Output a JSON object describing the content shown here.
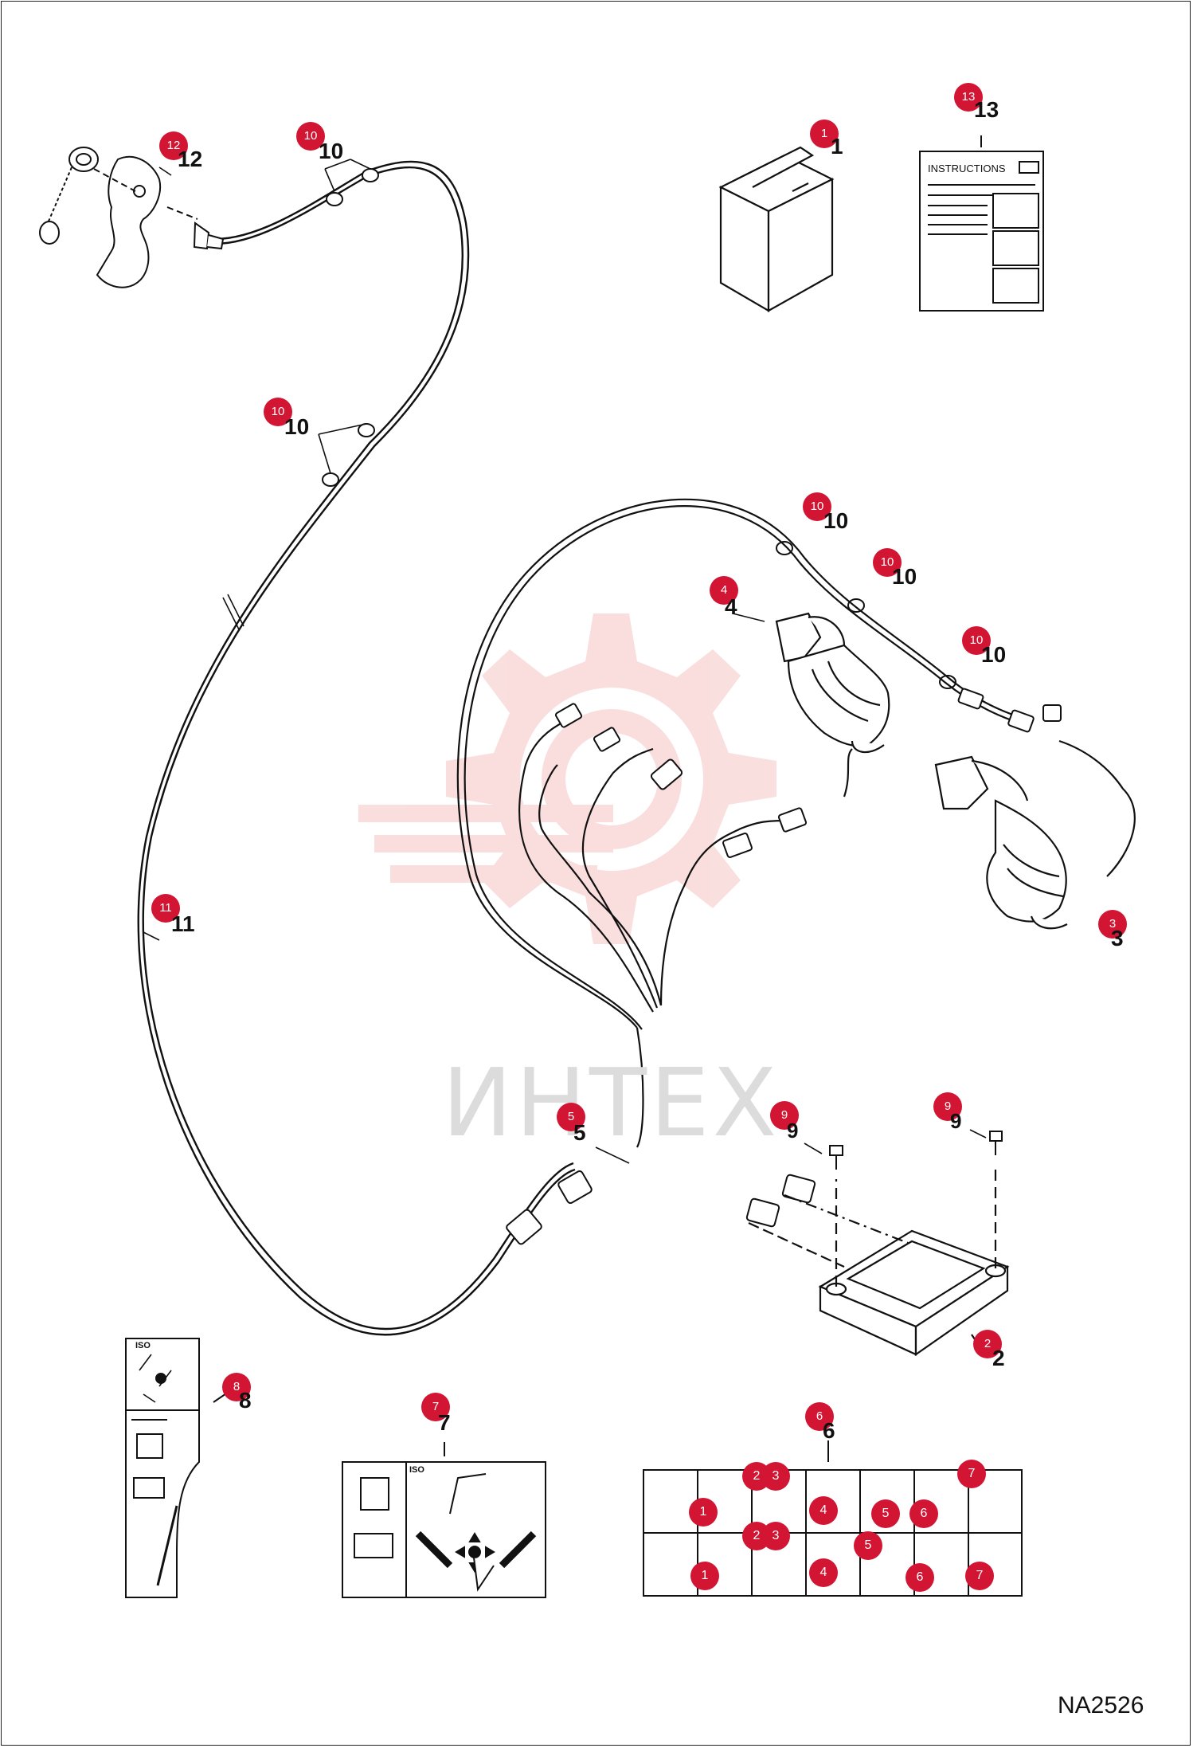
{
  "figure_id": "NA2526",
  "watermark_text": "ИНТЕХ",
  "instructions_label": "INSTRUCTIONS",
  "iso_label": "ISO",
  "accent_color": "#d21532",
  "callouts": [
    {
      "num": "1",
      "ref": "1"
    },
    {
      "num": "2",
      "ref": "2"
    },
    {
      "num": "3",
      "ref": "3"
    },
    {
      "num": "4",
      "ref": "4"
    },
    {
      "num": "5",
      "ref": "5"
    },
    {
      "num": "6",
      "ref": "6"
    },
    {
      "num": "7",
      "ref": "7"
    },
    {
      "num": "8",
      "ref": "8"
    },
    {
      "num": "9",
      "ref": "9"
    },
    {
      "num": "9",
      "ref": "9"
    },
    {
      "num": "10",
      "ref": "10"
    },
    {
      "num": "10",
      "ref": "10"
    },
    {
      "num": "10",
      "ref": "10"
    },
    {
      "num": "10",
      "ref": "10"
    },
    {
      "num": "10",
      "ref": "10"
    },
    {
      "num": "11",
      "ref": "11"
    },
    {
      "num": "12",
      "ref": "12"
    },
    {
      "num": "13",
      "ref": "13"
    }
  ],
  "decal_steps": {
    "row1": [
      "1",
      "2",
      "3",
      "4",
      "5",
      "6",
      "7"
    ],
    "row2": [
      "1",
      "2",
      "3",
      "4",
      "5",
      "6",
      "7"
    ]
  }
}
